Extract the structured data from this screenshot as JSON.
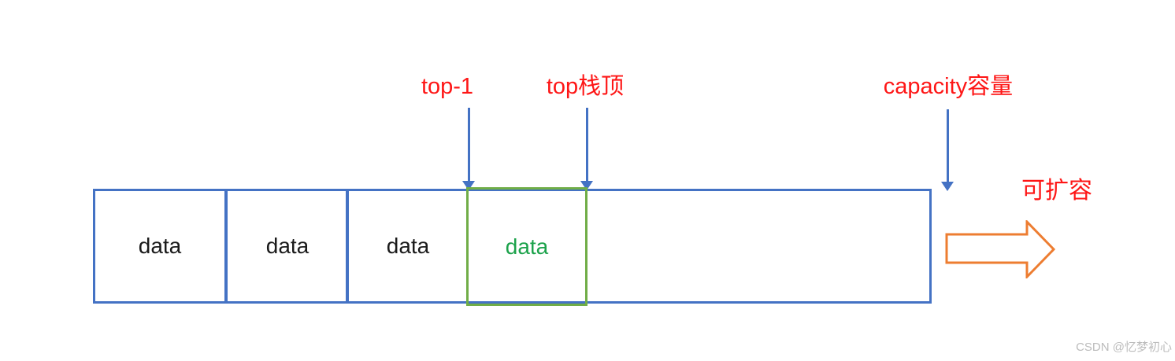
{
  "diagram": {
    "title_hint": "stack array with top pointer and capacity",
    "pointers": {
      "top_minus_1": {
        "label": "top-1"
      },
      "top": {
        "label": "top栈顶"
      },
      "capacity": {
        "label": "capacity容量"
      }
    },
    "expand_label": "可扩容",
    "cells": [
      {
        "text": "data",
        "state": "filled"
      },
      {
        "text": "data",
        "state": "filled"
      },
      {
        "text": "data",
        "state": "filled"
      },
      {
        "text": "data",
        "state": "top-of-stack"
      }
    ],
    "colors": {
      "label_red": "#fe1616",
      "line_blue": "#4472c4",
      "top_cell_border_green": "#70ad47",
      "top_cell_text_green": "#1ca24b",
      "expand_arrow_orange": "#ed7d31",
      "cell_text": "#1a1a1a",
      "watermark_gray": "#bcbcbc"
    },
    "watermark": "CSDN @忆梦初心"
  }
}
